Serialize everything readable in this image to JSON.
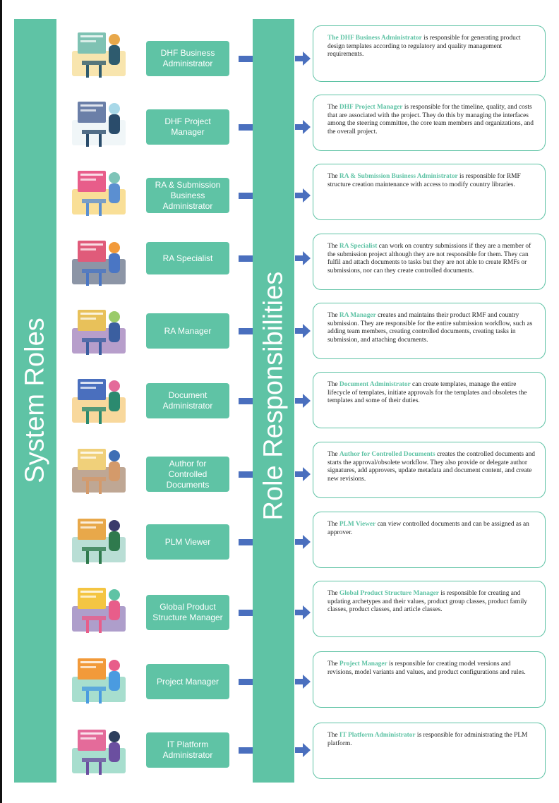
{
  "headers": {
    "system_roles": "System Roles",
    "role_responsibilities": "Role Responsibilities"
  },
  "colors": {
    "accent": "#5fc3a5",
    "connector": "#4a6fbe",
    "text": "#222222"
  },
  "roles": [
    {
      "name": "DHF Business Administrator",
      "illustration": "person-at-drafting-table-illustration",
      "pre": "",
      "highlight": "The DHF Business Administrator",
      "post": " is responsible for generating product design templates according to regulatory and quality management requirements."
    },
    {
      "name": "DHF Project Manager",
      "illustration": "businessman-touch-screen-illustration",
      "pre": "The ",
      "highlight": "DHF Project Manager",
      "post": " is responsible for the timeline, quality, and costs that are associated with the project. They do this by managing the interfaces among the steering committee, the core team members and organizations, and the overall project."
    },
    {
      "name": "RA & Submission Business Administrator",
      "illustration": "presenter-with-dashboard-illustration",
      "pre": "The ",
      "highlight": "RA & Submission Business Administrator",
      "post": " is responsible for RMF structure creation maintenance with access to modify country libraries."
    },
    {
      "name": "RA Specialist",
      "illustration": "woman-at-desk-with-charts-illustration",
      "pre": "The ",
      "highlight": "RA Specialist",
      "post": " can work on country submissions if they are a member of the submission project although they are not responsible for them. They can fulfil and attach documents to tasks but they are not able to create RMFs or submissions, nor can they create controlled documents."
    },
    {
      "name": "RA Manager",
      "illustration": "phone-and-document-illustration",
      "pre": "The ",
      "highlight": "RA Manager",
      "post": " creates and maintains their product RMF and country submission. They are responsible for the entire submission workflow, such as adding team members, creating controlled documents, creating tasks in submission, and attaching documents."
    },
    {
      "name": "Document Administrator",
      "illustration": "woman-with-laptop-and-files-illustration",
      "pre": "The ",
      "highlight": "Document Administrator",
      "post": " can create templates, manage the entire lifecycle of templates, initiate approvals for the templates and obsoletes the templates and some of their duties."
    },
    {
      "name": "Author for Controlled Documents",
      "illustration": "hand-stamping-document-illustration",
      "pre": "The ",
      "highlight": "Author for Controlled Documents",
      "post": " creates the controlled documents and starts the approval/obsolete workflow. They also provide or delegate author signatures, add approvers, update metadata and document content, and create new revisions."
    },
    {
      "name": "PLM Viewer",
      "illustration": "person-with-headset-at-computer-illustration",
      "pre": "The ",
      "highlight": "PLM Viewer",
      "post": " can view controlled documents and can be assigned as an approver."
    },
    {
      "name": "Global Product Structure Manager",
      "illustration": "man-with-color-petals-illustration",
      "pre": "The ",
      "highlight": "Global Product Structure Manager",
      "post": " is responsible for creating and updating archetypes and their values, product group classes, product family classes, product classes, and article classes."
    },
    {
      "name": "Project Manager",
      "illustration": "manager-with-floating-icons-illustration",
      "pre": "The ",
      "highlight": "Project Manager",
      "post": " is responsible for creating model versions and revisions, model variants and values, and product configurations and rules."
    },
    {
      "name": "IT Platform Administrator",
      "illustration": "admin-at-multi-monitor-desk-illustration",
      "pre": "The ",
      "highlight": "IT Platform Administrator",
      "post": " is responsible for administrating the PLM platform."
    }
  ]
}
